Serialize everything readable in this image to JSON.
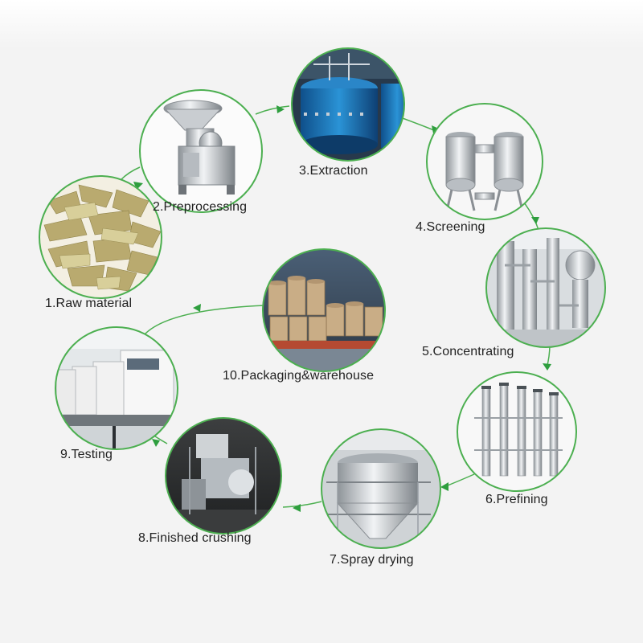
{
  "steps": [
    {
      "label": "1.Raw material",
      "icon": "raw-material-photo"
    },
    {
      "label": "2.Preprocessing",
      "icon": "grinder-machine-photo"
    },
    {
      "label": "3.Extraction",
      "icon": "extraction-tank-photo"
    },
    {
      "label": "4.Screening",
      "icon": "filter-housing-photo"
    },
    {
      "label": "5.Concentrating",
      "icon": "concentrator-photo"
    },
    {
      "label": "6.Prefining",
      "icon": "refining-columns-photo"
    },
    {
      "label": "7.Spray drying",
      "icon": "spray-dryer-photo"
    },
    {
      "label": "8.Finished crushing",
      "icon": "crusher-photo"
    },
    {
      "label": "9.Testing",
      "icon": "lab-instruments-photo"
    },
    {
      "label": "10.Packaging&warehouse",
      "icon": "warehouse-drums-photo"
    }
  ],
  "colors": {
    "ring_border": "#4caf50",
    "arrow": "#2e9e3e",
    "background": "#f3f3f3"
  }
}
